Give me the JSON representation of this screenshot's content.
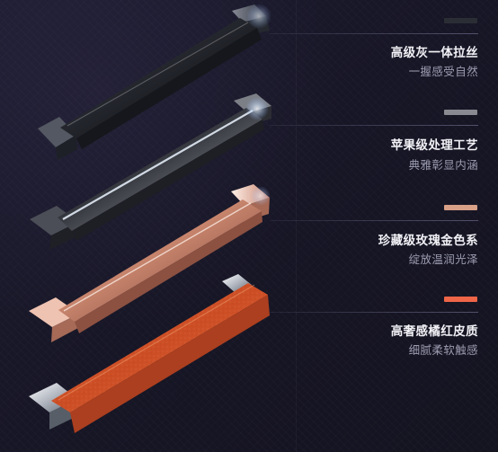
{
  "features": [
    {
      "title": "高级灰一体拉丝",
      "subtitle": "一握感受自然",
      "swatch_color": "#2b2d34"
    },
    {
      "title": "苹果级处理工艺",
      "subtitle": "典雅彰显内涵",
      "swatch_color": "#898a91"
    },
    {
      "title": "珍藏级玫瑰金色系",
      "subtitle": "绽放温润光泽",
      "swatch_color": "#d7a087"
    },
    {
      "title": "高奢感橘红皮质",
      "subtitle": "细腻柔软触感",
      "swatch_color": "#ef6547"
    }
  ]
}
